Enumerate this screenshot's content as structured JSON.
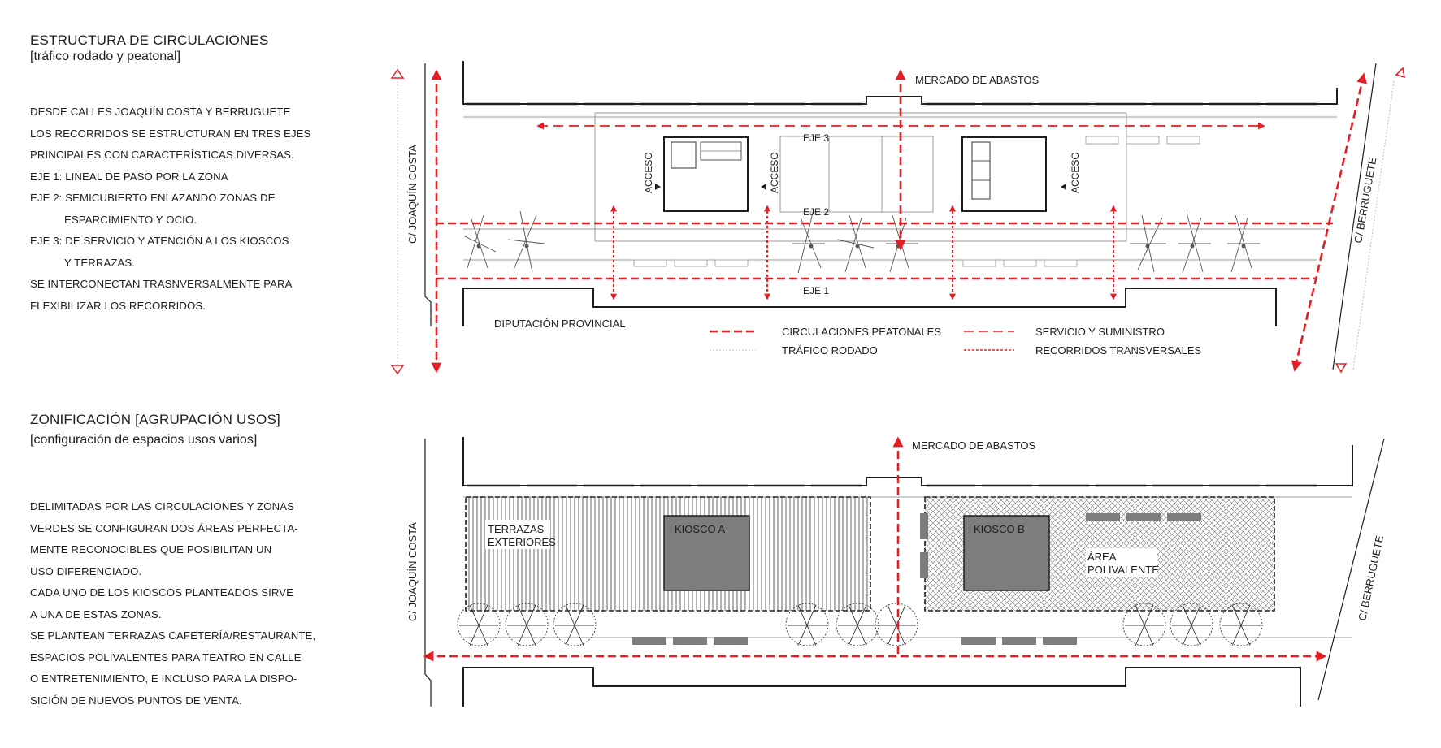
{
  "section1": {
    "title": "ESTRUCTURA DE CIRCULACIONES",
    "subtitle": "[tráfico rodado y peatonal]",
    "lines": [
      "DESDE CALLES JOAQUÍN COSTA  Y  BERRUGUETE",
      "LOS RECORRIDOS SE ESTRUCTURAN EN TRES EJES",
      "PRINCIPALES CON CARACTERÍSTICAS DIVERSAS.",
      "EJE 1: LINEAL DE PASO POR LA ZONA",
      "EJE 2: SEMICUBIERTO ENLAZANDO ZONAS DE",
      "ESPARCIMIENTO Y OCIO.",
      "EJE 3: DE SERVICIO Y  ATENCIÓN A LOS KIOSCOS",
      "Y TERRAZAS.",
      "SE  INTERCONECTAN  TRASNVERSALMENTE  PARA",
      "FLEXIBILIZAR LOS RECORRIDOS."
    ]
  },
  "section2": {
    "title": "ZONIFICACIÓN [AGRUPACIÓN USOS]",
    "subtitle": "[configuración de espacios usos varios]",
    "lines": [
      "DELIMITADAS POR LAS CIRCULACIONES Y ZONAS",
      "VERDES  SE  CONFIGURAN DOS ÁREAS PERFECTA-",
      "MENTE RECONOCIBLES QUE POSIBILITAN UN",
      "USO DIFERENCIADO.",
      "CADA UNO DE LOS KIOSCOS PLANTEADOS SIRVE",
      "A UNA DE ESTAS ZONAS.",
      "SE PLANTEAN TERRAZAS CAFETERÍA/RESTAURANTE,",
      "ESPACIOS  POLIVALENTES PARA TEATRO EN CALLE",
      "O ENTRETENIMIENTO, E INCLUSO PARA LA DISPO-",
      "SICIÓN DE NUEVOS PUNTOS DE VENTA."
    ]
  },
  "plan1": {
    "mercado": "MERCADO DE ABASTOS",
    "street_left": "C/ JOAQUÍN COSTA",
    "street_right": "C/ BERRUGUETE",
    "diputacion": "DIPUTACIÓN PROVINCIAL",
    "eje1": "EJE 1",
    "eje2": "EJE 2",
    "eje3": "EJE 3",
    "acceso": "ACCESO",
    "legend": {
      "peatonal": "CIRCULACIONES PEATONALES",
      "rodado": "TRÁFICO RODADO",
      "servicio": "SERVICIO Y SUMINISTRO",
      "transversal": "RECORRIDOS TRANSVERSALES"
    }
  },
  "plan2": {
    "mercado": "MERCADO DE ABASTOS",
    "street_left": "C/ JOAQUÍN COSTA",
    "street_right": "C/ BERRUGUETE",
    "terrazas_1": "TERRAZAS",
    "terrazas_2": "EXTERIORES",
    "kiosco_a": "KIOSCO A",
    "kiosco_b": "KIOSCO B",
    "area_1": "ÁREA",
    "area_2": "POLIVALENTE"
  },
  "colors": {
    "accent": "#e31e24",
    "ink": "#1e1e1e",
    "fill": "#7d7d7d"
  }
}
